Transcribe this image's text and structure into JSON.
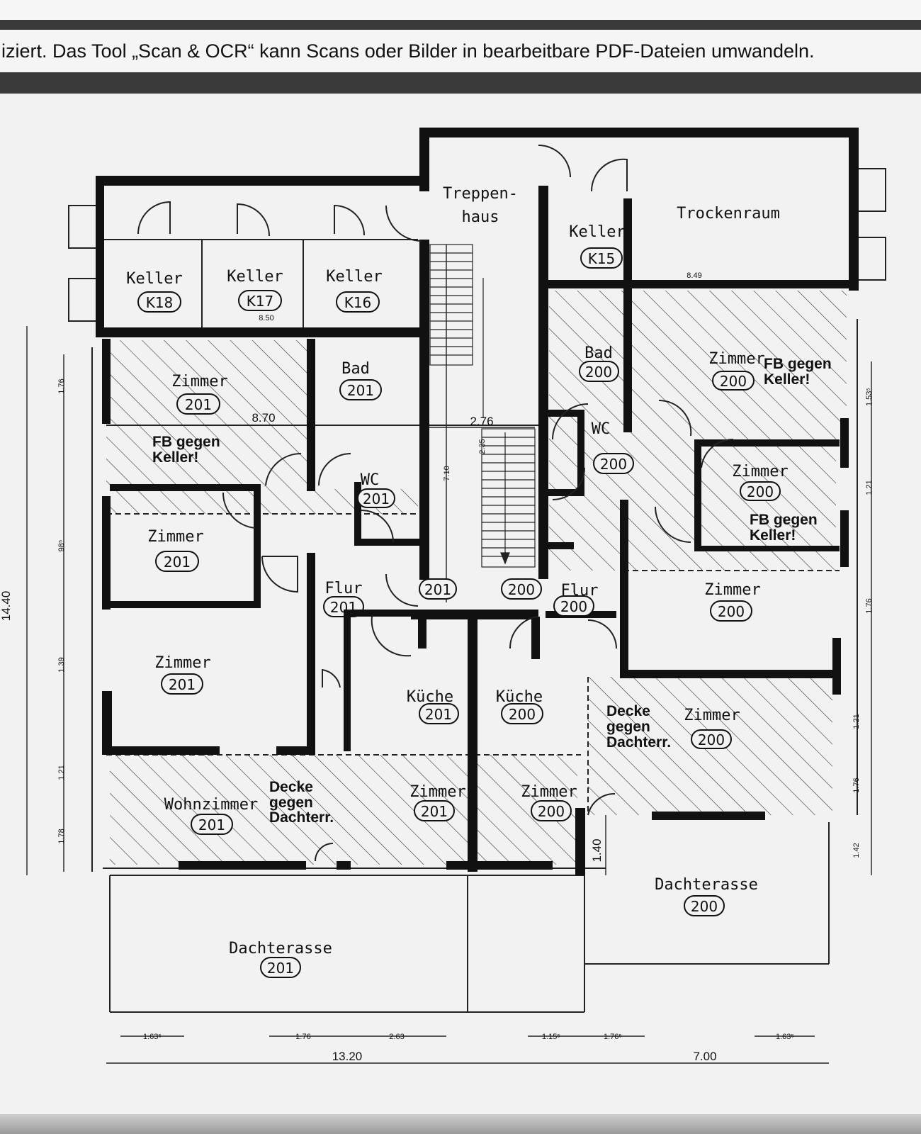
{
  "banner": {
    "text": "iziert. Das Tool „Scan & OCR“ kann Scans oder Bilder in bearbeitbare PDF-Dateien umwandeln."
  },
  "plan": {
    "rooms": {
      "keller_k18": {
        "name": "Keller",
        "id": "K18"
      },
      "keller_k17": {
        "name": "Keller",
        "id": "K17"
      },
      "keller_k16": {
        "name": "Keller",
        "id": "K16"
      },
      "keller_k15": {
        "name": "Keller",
        "id": "K15"
      },
      "treppenhaus": {
        "line1": "Treppen-",
        "line2": "haus"
      },
      "trockenraum": {
        "name": "Trockenraum"
      },
      "zimmer_201_a": {
        "name": "Zimmer",
        "id": "201",
        "note1": "FB gegen",
        "note2": "Keller!"
      },
      "bad_201": {
        "name": "Bad",
        "id": "201"
      },
      "wc_201": {
        "name": "WC",
        "id": "201"
      },
      "zimmer_201_b": {
        "name": "Zimmer",
        "id": "201"
      },
      "zimmer_201_c": {
        "name": "Zimmer",
        "id": "201"
      },
      "flur_201": {
        "name": "Flur",
        "id": "201"
      },
      "kueche_201": {
        "name": "Küche",
        "id": "201"
      },
      "wohnzimmer_201": {
        "name": "Wohnzimmer",
        "id": "201"
      },
      "decke_left": {
        "line1": "Decke",
        "line2": "gegen",
        "line3": "Dachterr."
      },
      "zimmer_201_d": {
        "name": "Zimmer",
        "id": "201"
      },
      "dachterasse_201": {
        "name": "Dachterasse",
        "id": "201"
      },
      "bad_200": {
        "name": "Bad",
        "id": "200"
      },
      "wc_200": {
        "name": "WC",
        "id": "200"
      },
      "zimmer_200_a": {
        "name": "Zimmer",
        "id": "200",
        "note1": "FB gegen",
        "note2": "Keller!"
      },
      "zimmer_200_b": {
        "name": "Zimmer",
        "id": "200",
        "note1": "FB gegen",
        "note2": "Keller!"
      },
      "flur_200": {
        "name": "Flur",
        "id": "200"
      },
      "zimmer_200_c": {
        "name": "Zimmer",
        "id": "200"
      },
      "kueche_200": {
        "name": "Küche",
        "id": "200"
      },
      "zimmer_200_d": {
        "name": "Zimmer",
        "id": "200"
      },
      "decke_right": {
        "line1": "Decke",
        "line2": "gegen",
        "line3": "Dachterr."
      },
      "zimmer_200_e": {
        "name": "Zimmer",
        "id": "200"
      },
      "dachterasse_200": {
        "name": "Dachterasse",
        "id": "200"
      },
      "stair_tag_201": {
        "id": "201"
      },
      "stair_tag_200": {
        "id": "200"
      }
    },
    "dimensions": {
      "overall_height": "14.40",
      "overall_width": "13.20",
      "right_width": "7.00",
      "k_width": "8.50",
      "trocken_width": "8.49",
      "zimmer_width": "8.70",
      "stair_width": "2.76",
      "stair_height": "7.10",
      "stair_small": "2.35",
      "terrace_depth": "1.40",
      "left_1": "1.76",
      "left_2": "98⁵",
      "left_3": "1.39",
      "left_4": "1.21",
      "left_5": "1.78",
      "right_1": "1.53⁵",
      "right_2": "1.21",
      "right_3": "1.76",
      "right_4": "1.21",
      "right_5": "1.76",
      "right_6": "1.42",
      "bottom_1": "1.63⁵",
      "bottom_2": "1.76",
      "bottom_3": "2.63",
      "bottom_4": "1.15⁵",
      "bottom_5": "1.76⁵",
      "bottom_6": "1.63⁵"
    }
  }
}
